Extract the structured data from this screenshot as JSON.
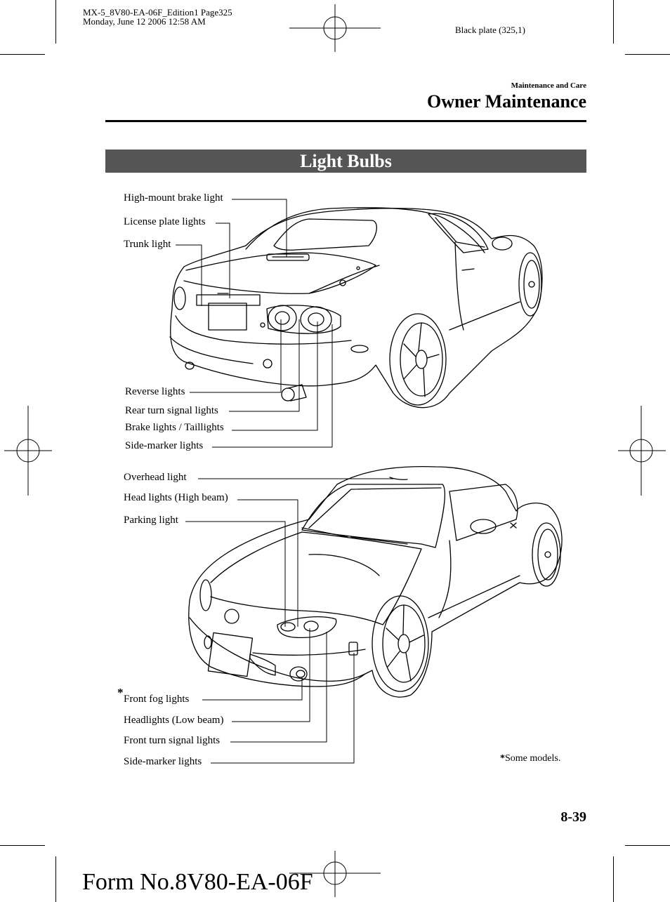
{
  "print_header": {
    "line1": "MX-5_8V80-EA-06F_Edition1 Page325",
    "line2": "Monday, June 12 2006 12:58 AM",
    "plate": "Black plate (325,1)"
  },
  "section": {
    "chapter": "Maintenance and Care",
    "title": "Owner Maintenance"
  },
  "banner_title": "Light Bulbs",
  "rear_labels": {
    "high_mount": "High-mount brake light",
    "license": "License plate lights",
    "trunk": "Trunk light",
    "reverse": "Reverse lights",
    "rear_turn": "Rear turn signal lights",
    "brake_tail": "Brake lights / Taillights",
    "side_marker": "Side-marker lights"
  },
  "front_labels": {
    "overhead": "Overhead light",
    "head_high": "Head lights (High beam)",
    "parking": "Parking light",
    "fog_star": "*",
    "fog": "Front fog lights",
    "head_low": "Headlights (Low beam)",
    "front_turn": "Front turn signal lights",
    "side_marker": "Side-marker lights"
  },
  "footnote": {
    "star": "*",
    "text": "Some models."
  },
  "page_number": "8-39",
  "form_number": "Form No.8V80-EA-06F"
}
